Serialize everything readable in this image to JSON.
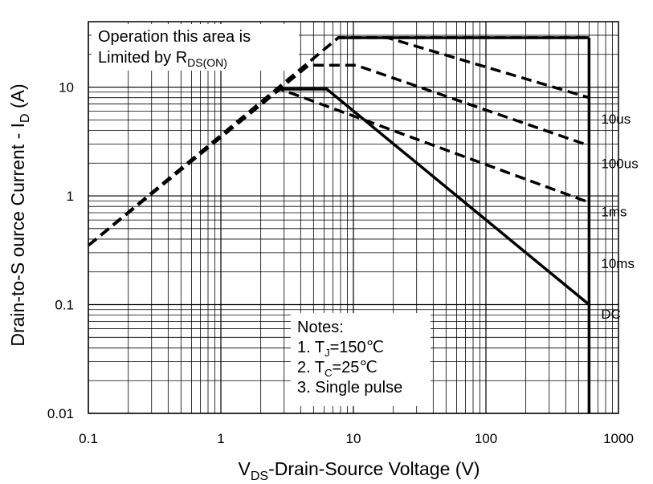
{
  "chart_data": {
    "type": "line",
    "x_scale": "log",
    "y_scale": "log",
    "xlim": [
      0.1,
      1000
    ],
    "ylim": [
      0.01,
      40
    ],
    "grid": true,
    "xlabel": {
      "main": "V",
      "sub": "DS",
      "rest": "-Drain-Source Voltage (V)"
    },
    "ylabel": {
      "main": "Drain-to-S ource Current - I",
      "sub": "D",
      "rest": " (A)"
    },
    "x_ticks": [
      {
        "value": 0.1,
        "label": "0.1"
      },
      {
        "value": 1,
        "label": "1"
      },
      {
        "value": 10,
        "label": "10"
      },
      {
        "value": 100,
        "label": "100"
      },
      {
        "value": 1000,
        "label": "1000"
      }
    ],
    "y_ticks": [
      {
        "value": 0.01,
        "label": "0.01"
      },
      {
        "value": 0.1,
        "label": "0.1"
      },
      {
        "value": 1,
        "label": "1"
      },
      {
        "value": 10,
        "label": "10"
      }
    ],
    "limit_note": {
      "line1": "Operation this area is",
      "line2_main": "Limited  by R",
      "line2_sub": "DS(ON)"
    },
    "notes": {
      "title": "Notes:",
      "items": [
        {
          "main": "1. T",
          "sub": "J",
          "rest": "=150℃"
        },
        {
          "main": "2. T",
          "sub": "C",
          "rest": "=25℃"
        },
        {
          "main": "3. Single pulse",
          "sub": "",
          "rest": ""
        }
      ]
    },
    "series": [
      {
        "name": "10us",
        "style": "dashed",
        "points": [
          [
            0.1,
            0.35
          ],
          [
            7.7,
            28.5
          ],
          [
            600,
            28.5
          ]
        ]
      },
      {
        "name": "100us",
        "style": "dashed",
        "points": [
          [
            0.1,
            0.35
          ],
          [
            7.7,
            28.5
          ],
          [
            18,
            28.5
          ],
          [
            600,
            8
          ]
        ]
      },
      {
        "name": "1ms",
        "style": "dashed",
        "points": [
          [
            0.1,
            0.35
          ],
          [
            4.6,
            15.9
          ],
          [
            10.5,
            15.9
          ],
          [
            600,
            2.9
          ]
        ]
      },
      {
        "name": "10ms",
        "style": "dashed",
        "points": [
          [
            0.1,
            0.35
          ],
          [
            2.8,
            9.6
          ],
          [
            600,
            0.87
          ]
        ]
      },
      {
        "name": "DC",
        "style": "solid",
        "points": [
          [
            2.8,
            9.6
          ],
          [
            6.3,
            9.6
          ],
          [
            600,
            0.1
          ]
        ]
      }
    ],
    "curve_labels": [
      {
        "text": "10us",
        "x": 600,
        "y": 5.1
      },
      {
        "text": "100us",
        "x": 600,
        "y": 2.0
      },
      {
        "text": "1ms",
        "x": 600,
        "y": 0.72
      },
      {
        "text": "10ms",
        "x": 600,
        "y": 0.24
      },
      {
        "text": "DC",
        "x": 600,
        "y": 0.082
      }
    ],
    "limits": [
      {
        "type": "current",
        "style": "solid",
        "value": 28.5,
        "from": 7.7,
        "to": 600
      },
      {
        "type": "voltage",
        "style": "solid",
        "value": 600,
        "from": 0.01,
        "to": 28.5
      }
    ]
  }
}
